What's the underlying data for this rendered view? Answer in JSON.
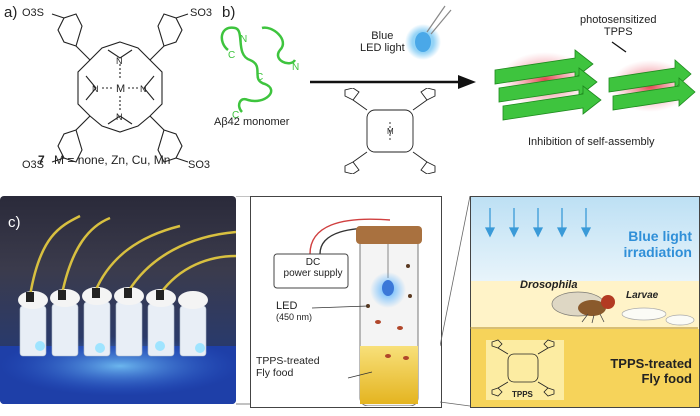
{
  "panel_a": {
    "letter": "a)",
    "sub_tl": "O3S",
    "sub_tr": "SO3",
    "sub_bl": "O3S",
    "sub_br": "SO3",
    "metal": "M",
    "n_top": "N",
    "n_left": "N",
    "n_right": "N",
    "n_bottom": "N",
    "compound_number": "7",
    "caption": "M = none, Zn, Cu, Mn"
  },
  "panel_b": {
    "letter": "b)",
    "light_label_line1": "Blue",
    "light_label_line2": "LED light",
    "monomer_label": "Aβ42 monomer",
    "letter_n1": "N",
    "letter_c1": "C",
    "letter_c2": "C",
    "letter_n2": "N",
    "letter_c3": "C",
    "sens_line1": "photosensitized",
    "sens_line2": "TPPS",
    "inhibition": "Inhibition of self-assembly"
  },
  "panel_c": {
    "letter": "c)",
    "dc_line1": "DC",
    "dc_line2": "power supply",
    "led_line1": "LED",
    "led_line2": "(450 nm)",
    "food_line1": "TPPS-treated",
    "food_line2": "Fly food",
    "blue_line1": "Blue light",
    "blue_line2": "irradiation",
    "drosophila": "Drosophila",
    "larvae": "Larvae",
    "food_right_line1": "TPPS-treated",
    "food_right_line2": "Fly food",
    "tpps": "TPPS"
  },
  "colors": {
    "accent_blue": "#2f8fd8",
    "strand_green": "#3ec43e",
    "food_yellow": "#f6d35a",
    "sky_blue": "#cfe8f6"
  }
}
